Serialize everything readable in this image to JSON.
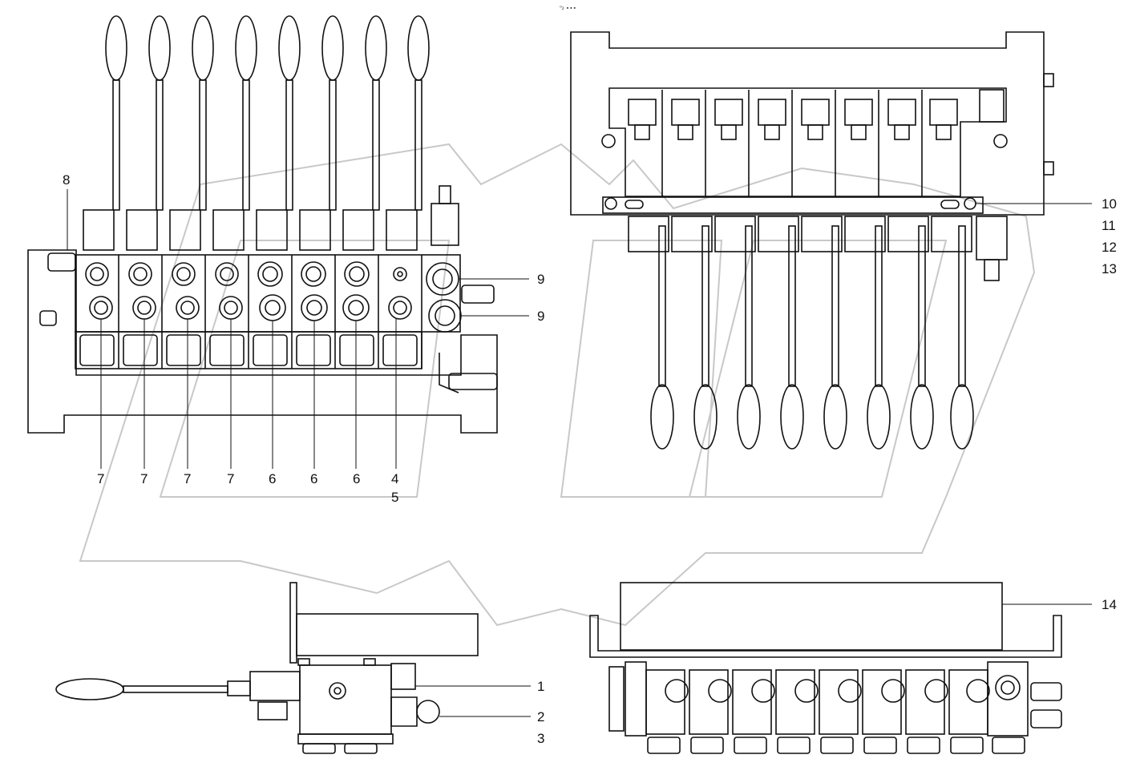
{
  "header_mark": "⁰₂ ∙∙∙",
  "watermark": "DEX",
  "callouts": {
    "c1": "1",
    "c2": "2",
    "c3": "3",
    "c4": "4",
    "c5": "5",
    "c6a": "6",
    "c6b": "6",
    "c6c": "6",
    "c7a": "7",
    "c7b": "7",
    "c7c": "7",
    "c7d": "7",
    "c8": "8",
    "c9a": "9",
    "c9b": "9",
    "c10": "10",
    "c11": "11",
    "c12": "12",
    "c13": "13",
    "c14": "14"
  },
  "colors": {
    "line": "#111111",
    "watermark": "#c8c8c8"
  }
}
